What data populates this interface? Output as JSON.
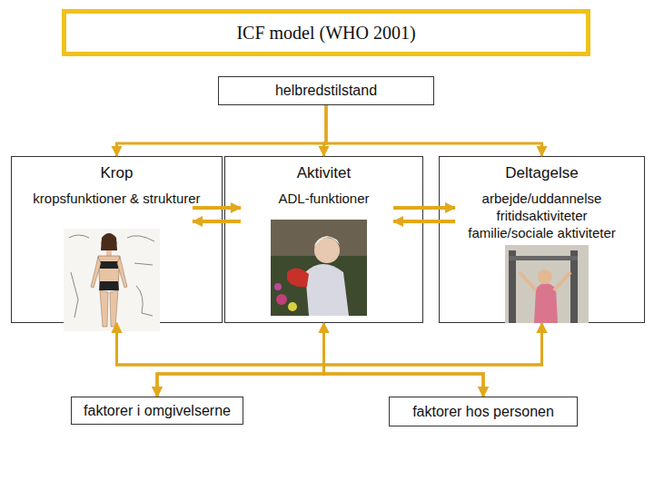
{
  "diagram": {
    "nodes": [
      {
        "text": [
          "ICF model (WHO 2001)"
        ]
      },
      {
        "text": [
          "helbredstilstand"
        ]
      },
      {
        "text": [
          "Krop",
          "kropsfunktioner & strukturer"
        ]
      },
      {
        "text": [
          "Aktivitet",
          "ADL-funktioner"
        ]
      },
      {
        "text": [
          "Deltagelse",
          "arbejde/uddannelse",
          "fritidsaktiviteter",
          "familie/sociale aktiviteter"
        ]
      },
      {
        "text": [
          "faktorer i omgivelserne"
        ]
      },
      {
        "text": [
          "faktorer hos personen"
        ]
      }
    ],
    "edges": [
      {
        "from": 1,
        "to": 2,
        "arrow": "to"
      },
      {
        "from": 1,
        "to": 3,
        "arrow": "to"
      },
      {
        "from": 1,
        "to": 4,
        "arrow": "to"
      },
      {
        "from": 2,
        "to": 3,
        "arrow": "both"
      },
      {
        "from": 3,
        "to": 4,
        "arrow": "both"
      },
      {
        "from": 5,
        "to": 2,
        "arrow": "both"
      },
      {
        "from": 5,
        "to": 3,
        "arrow": "both"
      },
      {
        "from": 5,
        "to": 4,
        "arrow": "both"
      },
      {
        "from": 6,
        "to": 2,
        "arrow": "both"
      },
      {
        "from": 6,
        "to": 3,
        "arrow": "both"
      },
      {
        "from": 6,
        "to": 4,
        "arrow": "both"
      }
    ]
  }
}
